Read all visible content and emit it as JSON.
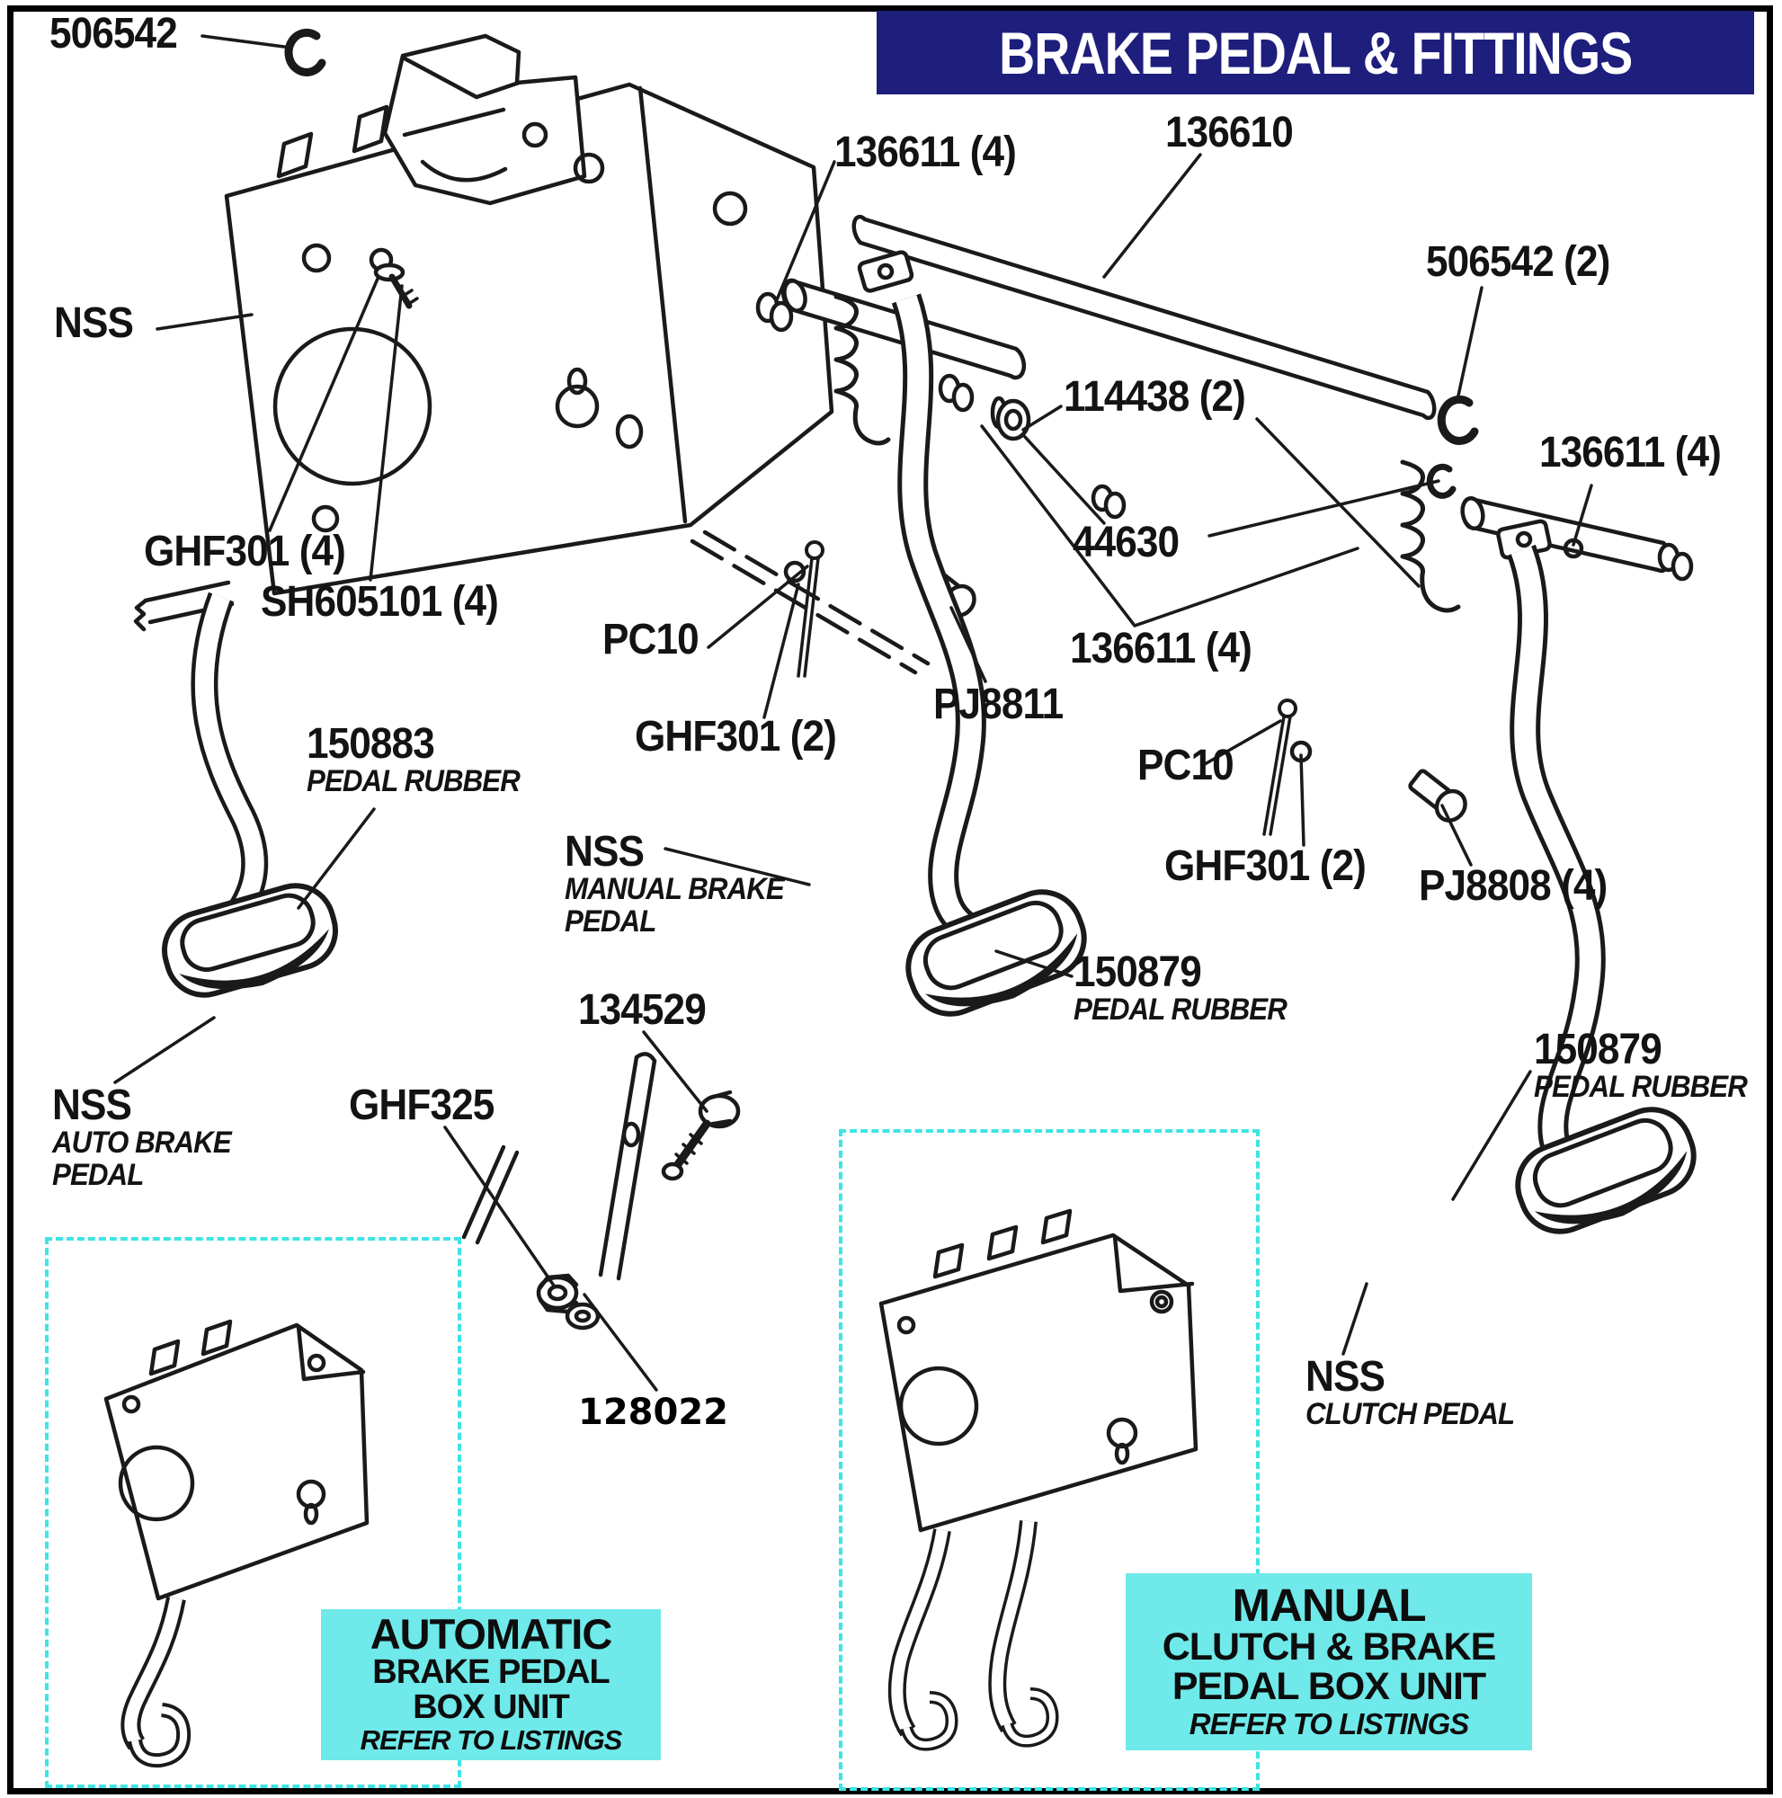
{
  "banner": {
    "title": "BRAKE PEDAL & FITTINGS"
  },
  "colors": {
    "banner_bg": "#1e1e7d",
    "banner_fg": "#ffffff",
    "callout_bg": "#6fe9e9",
    "dashed_outline": "#3fe4e4",
    "ink": "#1a1a1a"
  },
  "part_labels": {
    "p506542": {
      "number": "506542"
    },
    "p136611_top": {
      "number": "136611 (4)"
    },
    "p136610": {
      "number": "136610"
    },
    "p506542_2": {
      "number": "506542 (2)"
    },
    "nss_pedal_box": {
      "number": "NSS"
    },
    "ghf301_4": {
      "number": "GHF301 (4)"
    },
    "sh605101_4": {
      "number": "SH605101 (4)"
    },
    "p114438_2": {
      "number": "114438 (2)"
    },
    "p44630": {
      "number": "44630"
    },
    "p136611_mid": {
      "number": "136611 (4)"
    },
    "pc10_left": {
      "number": "PC10"
    },
    "ghf301_2_left": {
      "number": "GHF301 (2)"
    },
    "pj8811": {
      "number": "PJ8811"
    },
    "p136611_right": {
      "number": "136611 (4)"
    },
    "pc10_right": {
      "number": "PC10"
    },
    "ghf301_2_right": {
      "number": "GHF301 (2)"
    },
    "pj8808_4": {
      "number": "PJ8808 (4)"
    },
    "p150883": {
      "number": "150883",
      "desc": "PEDAL RUBBER"
    },
    "nss_manual_brake": {
      "number": "NSS",
      "desc": "MANUAL BRAKE PEDAL"
    },
    "p134529": {
      "number": "134529"
    },
    "p150879_mid": {
      "number": "150879",
      "desc": "PEDAL RUBBER"
    },
    "nss_auto_brake": {
      "number": "NSS",
      "desc": "AUTO BRAKE PEDAL"
    },
    "ghf325": {
      "number": "GHF325"
    },
    "p128022": {
      "number": "128022"
    },
    "p150879_right": {
      "number": "150879",
      "desc": "PEDAL RUBBER"
    },
    "nss_clutch": {
      "number": "NSS",
      "desc": "CLUTCH PEDAL"
    }
  },
  "callout_boxes": {
    "automatic": {
      "title": "AUTOMATIC",
      "line2": "BRAKE PEDAL",
      "line3": "BOX UNIT",
      "note": "REFER TO LISTINGS"
    },
    "manual": {
      "title": "MANUAL",
      "line2": "CLUTCH & BRAKE",
      "line3": "PEDAL BOX UNIT",
      "note": "REFER TO LISTINGS"
    }
  }
}
